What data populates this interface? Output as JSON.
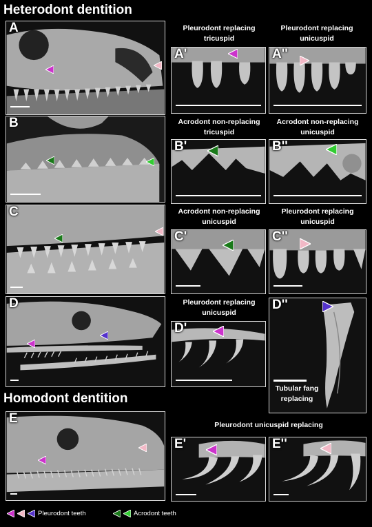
{
  "titles": {
    "heterodont": "Heterodont dentition",
    "homodont": "Homodont dentition"
  },
  "panels": {
    "A": "A",
    "A1": "A'",
    "A2": "A''",
    "B": "B",
    "B1": "B'",
    "B2": "B''",
    "C": "C",
    "C1": "C'",
    "C2": "C''",
    "D": "D",
    "D1": "D'",
    "D2": "D''",
    "E": "E",
    "E1": "E'",
    "E2": "E''"
  },
  "captions": {
    "a1": [
      "Pleurodont replacing",
      "tricuspid"
    ],
    "a2": [
      "Pleurodont replacing",
      "unicuspid"
    ],
    "b1": [
      "Acrodont non-replacing",
      "tricuspid"
    ],
    "b2": [
      "Acrodont non-replacing",
      "unicuspid"
    ],
    "c1": [
      "Acrodont non-replacing",
      "unicuspid"
    ],
    "c2": [
      "Pleurodont replacing",
      "unicuspid"
    ],
    "d1": [
      "Pleurodont replacing",
      "unicuspid"
    ],
    "d2": [
      "Tubular fang",
      "replacing"
    ],
    "e": "Pleurodont unicuspid replacing"
  },
  "legend": {
    "pleurodont": "Pleurodont teeth",
    "acrodont": "Acrodont teeth"
  },
  "colors": {
    "magenta": "#cc33cc",
    "pink": "#f2b8c6",
    "blue": "#5533cc",
    "green_dark": "#1a7a1a",
    "green_light": "#33cc33",
    "bone": "#b8b8b8"
  }
}
